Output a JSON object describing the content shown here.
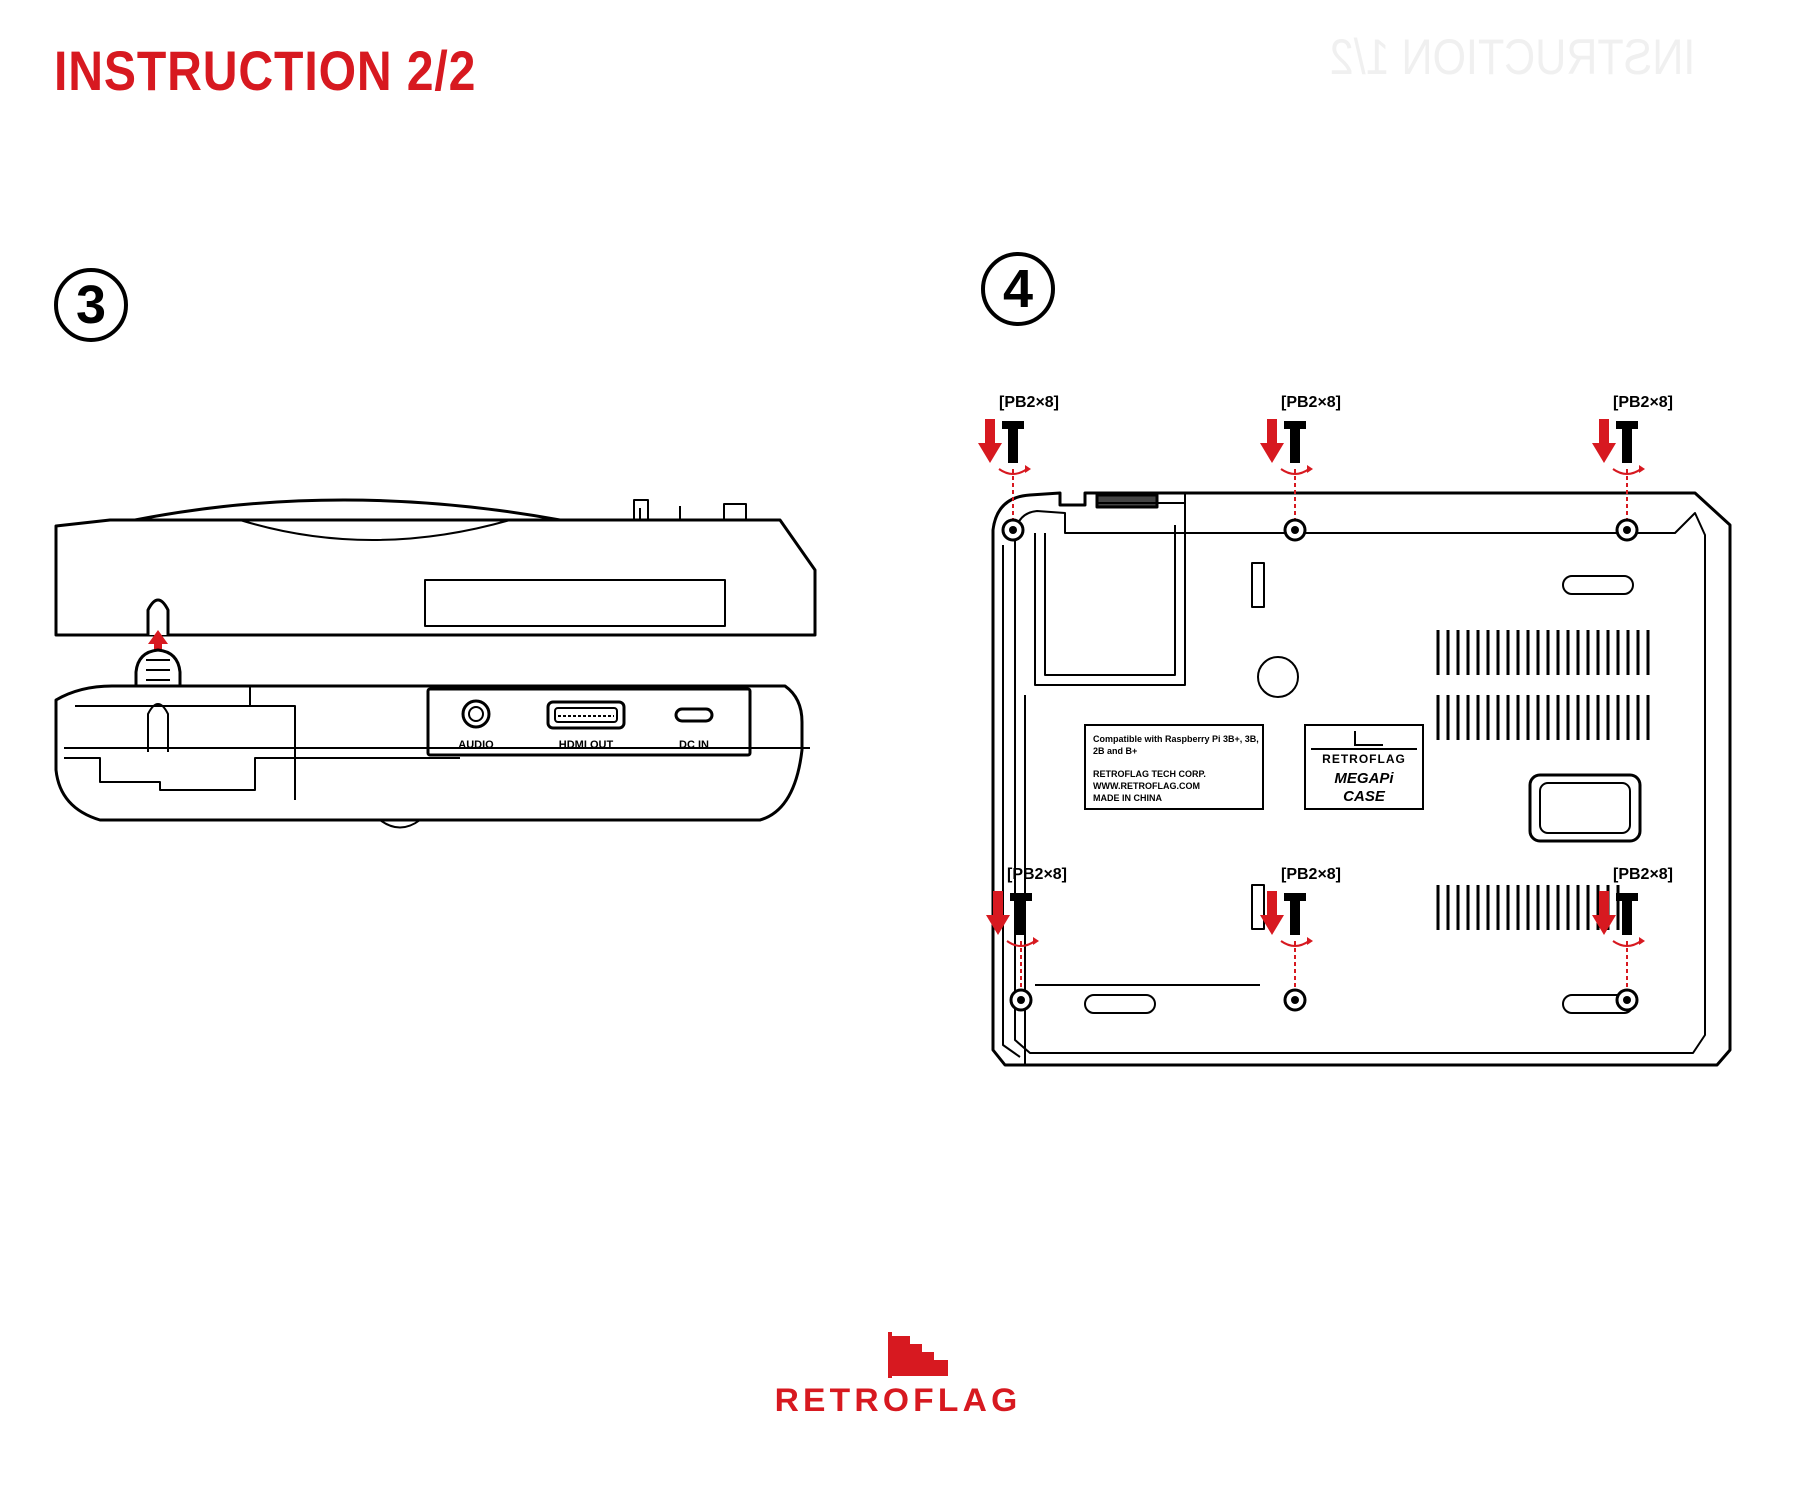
{
  "title": "INSTRUCTION 2/2",
  "steps": {
    "step3": {
      "number": "3",
      "ports": {
        "audio": "AUDIO",
        "hdmi": "HDMI OUT",
        "dc": "DC IN"
      }
    },
    "step4": {
      "number": "4",
      "screw_label": "[PB2×8]",
      "case_label": {
        "line1": "Compatible with Raspberry Pi 3B+, 3B,",
        "line2": "2B and B+",
        "line3": "RETROFLAG TECH CORP.",
        "line4": "WWW.RETROFLAG.COM",
        "line5": "MADE IN CHINA"
      },
      "brand_badge": {
        "brand": "RETROFLAG",
        "model_line1": "MEGAPi",
        "model_line2": "CASE"
      }
    }
  },
  "logo": {
    "text": "RETROFLAG"
  },
  "colors": {
    "accent": "#d71920",
    "ink": "#000000"
  },
  "icons": [
    "arrow-down-icon",
    "screw-icon",
    "rotate-icon",
    "arrow-up-icon",
    "wrench-icon",
    "flag-icon"
  ]
}
